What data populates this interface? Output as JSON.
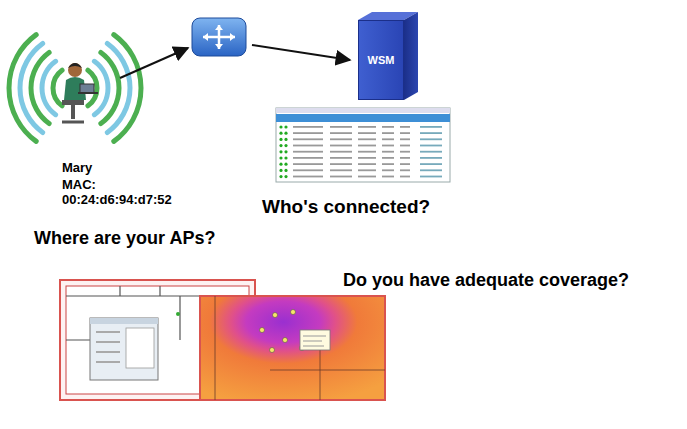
{
  "diagram": {
    "nodes": [
      {
        "text": [
          "WSM"
        ]
      }
    ],
    "labels": [
      "Mary",
      "MAC: 00:24:d6:94:d7:52",
      "Who's connected?",
      "Where are your APs?",
      "Do you have adequate coverage?"
    ]
  }
}
